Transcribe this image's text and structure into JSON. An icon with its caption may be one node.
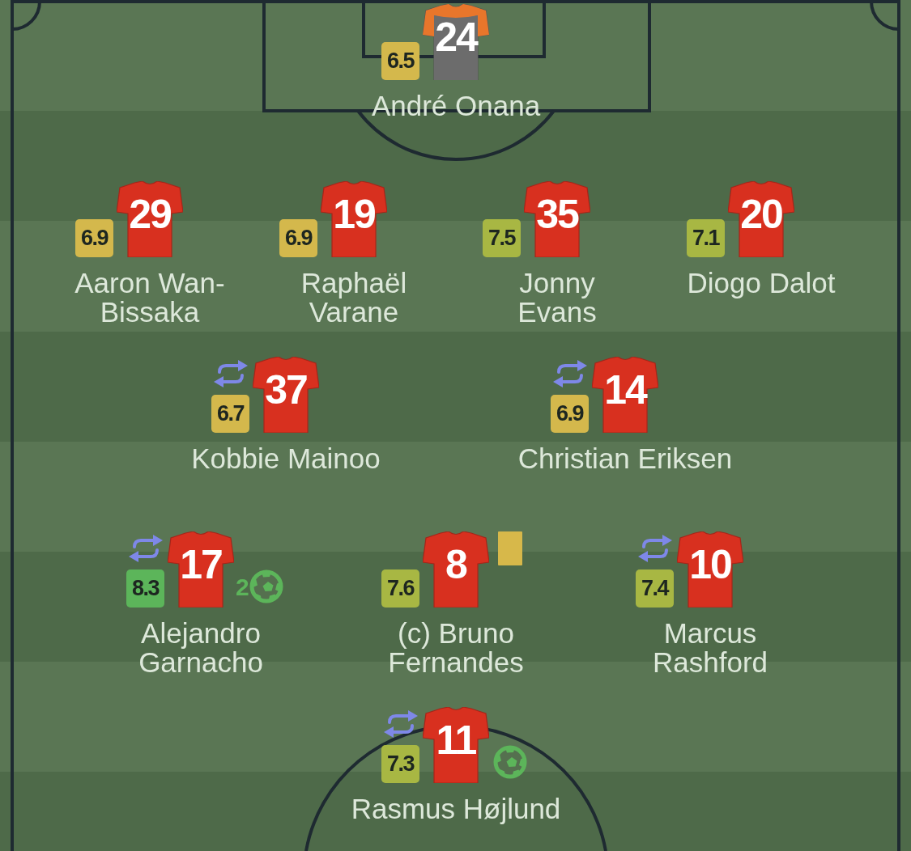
{
  "diagram": {
    "nodes": [
      {
        "text": [
          "24"
        ],
        "beside": [
          "6.5",
          "André Onana"
        ]
      },
      {
        "text": [
          "29"
        ],
        "beside": [
          "6.9",
          "Aaron Wan-Bissaka"
        ]
      },
      {
        "text": [
          "19"
        ],
        "beside": [
          "6.9",
          "Raphaël Varane"
        ]
      },
      {
        "text": [
          "35"
        ],
        "beside": [
          "7.5",
          "Jonny Evans"
        ]
      },
      {
        "text": [
          "20"
        ],
        "beside": [
          "7.1",
          "Diogo Dalot"
        ]
      },
      {
        "text": [
          "37"
        ],
        "beside": [
          "6.7",
          "Kobbie Mainoo"
        ]
      },
      {
        "text": [
          "14"
        ],
        "beside": [
          "6.9",
          "Christian Eriksen"
        ]
      },
      {
        "text": [
          "17"
        ],
        "beside": [
          "8.3",
          "2",
          "Alejandro Garnacho"
        ]
      },
      {
        "text": [
          "8"
        ],
        "beside": [
          "7.6",
          "(c) Bruno Fernandes"
        ]
      },
      {
        "text": [
          "10"
        ],
        "beside": [
          "7.4",
          "Marcus Rashford"
        ]
      },
      {
        "text": [
          "11"
        ],
        "beside": [
          "7.3",
          "Rasmus Højlund"
        ]
      }
    ]
  }
}
